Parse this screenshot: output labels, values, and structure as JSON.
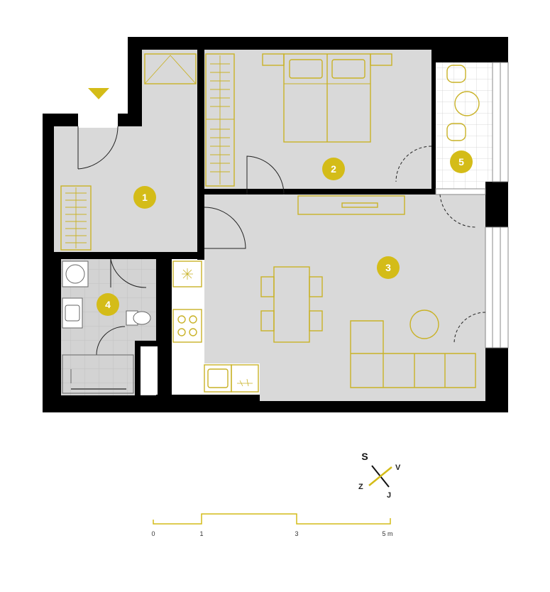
{
  "rooms": [
    {
      "number": "1"
    },
    {
      "number": "2"
    },
    {
      "number": "3"
    },
    {
      "number": "4"
    },
    {
      "number": "5"
    }
  ],
  "compass": {
    "north": "S",
    "east": "V",
    "south": "J",
    "west": "Z"
  },
  "scale": {
    "ticks": [
      "0",
      "1",
      "3",
      "5 m"
    ]
  },
  "colors": {
    "accent": "#d4bc18",
    "wall": "#000000",
    "floor": "#d9d9d9",
    "tile": "#cfcfcf",
    "furniture": "#c9b227"
  }
}
